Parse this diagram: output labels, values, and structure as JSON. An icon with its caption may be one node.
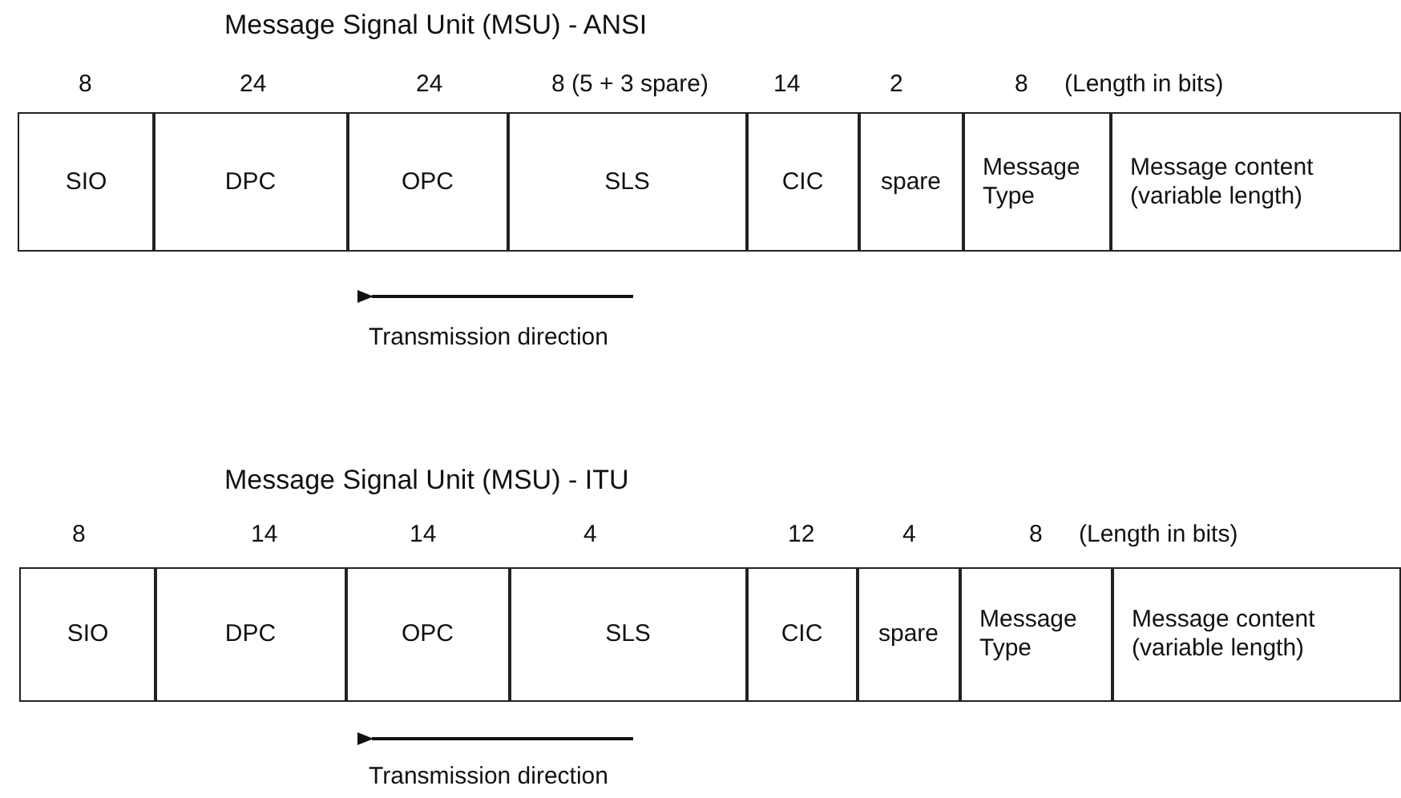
{
  "diagram": {
    "nodes": [
      {
        "text": [
          "SIO"
        ]
      },
      {
        "text": [
          "DPC"
        ]
      },
      {
        "text": [
          "OPC"
        ]
      },
      {
        "text": [
          "SLS"
        ]
      },
      {
        "text": [
          "CIC"
        ]
      },
      {
        "text": [
          "spare"
        ]
      },
      {
        "text": [
          "Message Type"
        ]
      },
      {
        "text": [
          "Message content (variable length)"
        ]
      },
      {
        "text": [
          "SIO"
        ]
      },
      {
        "text": [
          "DPC"
        ]
      },
      {
        "text": [
          "OPC"
        ]
      },
      {
        "text": [
          "SLS"
        ]
      },
      {
        "text": [
          "CIC"
        ]
      },
      {
        "text": [
          "spare"
        ]
      },
      {
        "text": [
          "Message Type"
        ]
      },
      {
        "text": [
          "Message content (variable length)"
        ]
      }
    ],
    "labels": [
      "Message Signal Unit (MSU) - ANSI",
      "8",
      "24",
      "24",
      "8 (5 + 3 spare)",
      "14",
      "2",
      "8",
      "(Length in bits)",
      "Transmission direction",
      "Message Signal Unit (MSU) - ITU",
      "8",
      "14",
      "14",
      "4",
      "12",
      "4",
      "8",
      "(Length in bits)",
      "Transmission direction"
    ]
  }
}
